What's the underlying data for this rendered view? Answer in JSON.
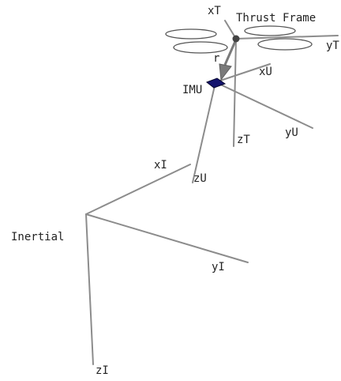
{
  "frames": {
    "thrust": {
      "title": "Thrust Frame",
      "x_label": "xT",
      "y_label": "yT",
      "z_label": "zT"
    },
    "imu": {
      "title": "IMU",
      "x_label": "xU",
      "y_label": "yU",
      "z_label": "zU"
    },
    "inertial": {
      "title": "Inertial",
      "x_label": "xI",
      "y_label": "yI",
      "z_label": "zI"
    }
  },
  "vector_label": "r",
  "colors": {
    "axis": "#8c8c8c",
    "imu_marker": "#14146e",
    "arrow": "#7a7a7a",
    "thrust_origin": "#444444"
  }
}
